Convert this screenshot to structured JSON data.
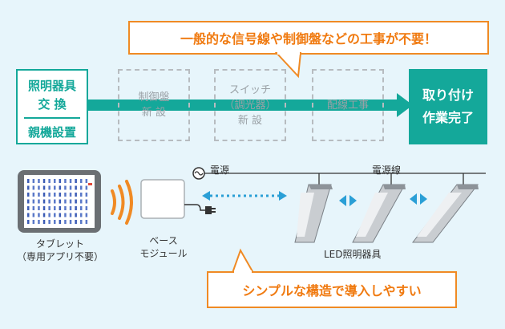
{
  "top_callout": "一般的な信号線や制御盤などの工事が不要！",
  "start_box": {
    "line1": "照明器具",
    "line2": "交 換",
    "line3": "親機設置"
  },
  "steps": [
    {
      "lines": [
        "制御盤",
        "新 設"
      ]
    },
    {
      "lines": [
        "スイッチ",
        "（調光器）",
        "新 設"
      ]
    },
    {
      "lines": [
        "配線工事"
      ]
    }
  ],
  "end_box": {
    "line1": "取り付け",
    "line2": "作業完了"
  },
  "tablet_label": [
    "タブレット",
    "（専用アプリ不要）"
  ],
  "base_label": [
    "ベース",
    "モジュール"
  ],
  "power_label": "電源",
  "power_line_label": "電源線",
  "led_label": "LED照明器具",
  "bottom_callout": "シンプルな構造で導入しやすい",
  "colors": {
    "teal": "#14a89a",
    "orange": "#f08a24",
    "blue": "#2a9fd6",
    "bg": "#e7f5fb"
  }
}
